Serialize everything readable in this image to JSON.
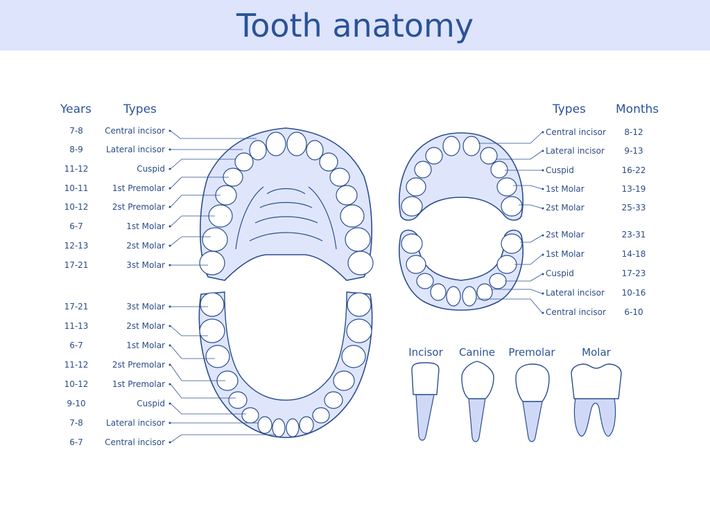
{
  "title": "Tooth anatomy",
  "permanent": {
    "years_header": "Years",
    "types_header": "Types",
    "upper": [
      {
        "age": "7-8",
        "type": "Central incisor"
      },
      {
        "age": "8-9",
        "type": "Lateral incisor"
      },
      {
        "age": "11-12",
        "type": "Cuspid"
      },
      {
        "age": "10-11",
        "type": "1st Premolar"
      },
      {
        "age": "10-12",
        "type": "2st Premolar"
      },
      {
        "age": "6-7",
        "type": "1st Molar"
      },
      {
        "age": "12-13",
        "type": "2st Molar"
      },
      {
        "age": "17-21",
        "type": "3st Molar"
      }
    ],
    "lower": [
      {
        "age": "17-21",
        "type": "3st Molar"
      },
      {
        "age": "11-13",
        "type": "2st Molar"
      },
      {
        "age": "6-7",
        "type": "1st Molar"
      },
      {
        "age": "11-12",
        "type": "2st Premolar"
      },
      {
        "age": "10-12",
        "type": "1st Premolar"
      },
      {
        "age": "9-10",
        "type": "Cuspid"
      },
      {
        "age": "7-8",
        "type": "Lateral incisor"
      },
      {
        "age": "6-7",
        "type": "Central incisor"
      }
    ]
  },
  "primary": {
    "types_header": "Types",
    "months_header": "Months",
    "upper": [
      {
        "type": "Central incisor",
        "months": "8-12"
      },
      {
        "type": "Lateral incisor",
        "months": "9-13"
      },
      {
        "type": "Cuspid",
        "months": "16-22"
      },
      {
        "type": "1st Molar",
        "months": "13-19"
      },
      {
        "type": "2st Molar",
        "months": "25-33"
      }
    ],
    "lower": [
      {
        "type": "2st Molar",
        "months": "23-31"
      },
      {
        "type": "1st Molar",
        "months": "14-18"
      },
      {
        "type": "Cuspid",
        "months": "17-23"
      },
      {
        "type": "Lateral incisor",
        "months": "10-16"
      },
      {
        "type": "Central incisor",
        "months": "6-10"
      }
    ]
  },
  "tooth_types": [
    "Incisor",
    "Canine",
    "Premolar",
    "Molar"
  ],
  "colors": {
    "outline": "#2a4d8f",
    "fill": "#dfe6fb",
    "root": "#cfd9f7",
    "banner": "#dde4fb",
    "accent": "#aebff0"
  }
}
